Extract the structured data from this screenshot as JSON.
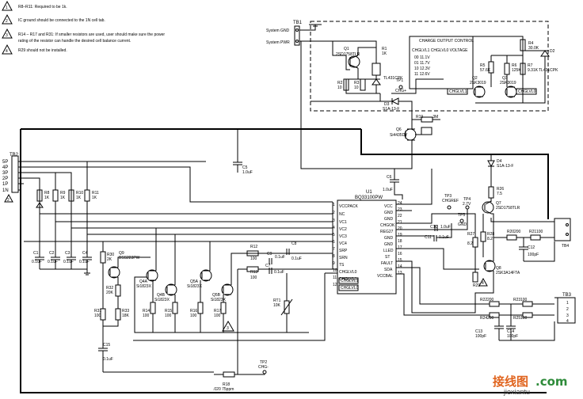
{
  "notes": [
    {
      "num": "1",
      "text": "R8–R11: Required to be 1k."
    },
    {
      "num": "2",
      "text": "IC ground should be connected to the 1N cell tab."
    },
    {
      "num": "3",
      "text": "R14 – R17 and R31: If smaller resistors are used, user should make sure the power"
    },
    {
      "num": "",
      "text": "rating of the resistor can handle the desired cell balance current."
    },
    {
      "num": "4",
      "text": "R29 should not be installed."
    }
  ],
  "connectors": {
    "tb1": "TB1",
    "tb1_pins": [
      "System GND",
      "System PWR"
    ],
    "tb2": "TB2",
    "tb2_pins": [
      "5P",
      "4P",
      "3P",
      "2P",
      "1P",
      "1N"
    ],
    "tb3": "TB3",
    "tb3_pins": [
      "1",
      "2",
      "3",
      "4"
    ],
    "tb4": "TB4"
  },
  "charge_box": {
    "title": "CHARGE OUTPUT CONTROL",
    "header": "CHGLVL1 CHGLVL0  VOLTAGE",
    "rows": [
      "00   11.1V",
      "01   11.7V",
      "10   12.3V",
      "11   12.6V"
    ],
    "chglvl0": "CHGLVL0",
    "chglvl1": "CHGLVL1"
  },
  "ic": {
    "ref": "U1",
    "part": "BQ33100PW",
    "left_pins": [
      "VCCPACK",
      "NC",
      "VC1",
      "VC2",
      "VC3",
      "VC4",
      "SRP",
      "SRN",
      "TS",
      "CHGLVL0",
      "CHGLVL1"
    ],
    "right_pins": [
      "VCC",
      "GND",
      "GND",
      "CHGOK",
      "REG27",
      "GND",
      "GND",
      "LLED",
      "ST",
      "FAULT",
      "SDA",
      "VCCBAL"
    ],
    "right_nums": [
      "24",
      "23",
      "22",
      "21",
      "20",
      "19",
      "18",
      "17",
      "16",
      "15",
      "14",
      "13"
    ],
    "left_nums": [
      "1",
      "2",
      "3",
      "4",
      "5",
      "6",
      "7",
      "8",
      "9",
      "10",
      "11",
      "12"
    ],
    "chg_labels": [
      "CHGLVL1",
      "CHGLVL0"
    ]
  },
  "parts": {
    "q1": "Q1",
    "q1v": "2SD1758TLR",
    "r1": "R1",
    "r1v": "1K",
    "r2": "R2",
    "r2v": "10",
    "r3": "R3",
    "r3v": "10",
    "tl1": "TL431CPK",
    "tp1": "TP1",
    "tp1v": "CHG+",
    "d3": "D3",
    "d3v": "S1A-13-F",
    "r4": "R4",
    "r4v": "30.0K",
    "d2": "D2",
    "d2v": "TL431CPK",
    "r5": "R5",
    "r5v": "57.6K",
    "r6": "R6",
    "r6v": "125K",
    "r7": "R7",
    "r7v": "9.31K",
    "q2": "Q2",
    "q2v": "2SK3019",
    "q3": "Q3",
    "q3v": "2SK3019",
    "r19": "R19",
    "r19v": ".3M",
    "q6": "Q6",
    "q6v": "Si4435DY",
    "c5": "C5",
    "c5v": "1.0uF",
    "c6": "C6",
    "c6v": "1.0uF",
    "d4": "D4",
    "d4v": "S1A-13-F",
    "r26": "R26",
    "r26v": "7.5",
    "q7": "Q7",
    "q7v": "2SD1758TLR",
    "tp3": "TP3",
    "tp3v": "CHGREF",
    "tp4": "TP4",
    "tp4v": "2.7V",
    "tp5": "TP5",
    "tp5v": "GND",
    "c10": "C10",
    "c10v": "1.0uF",
    "c11": "C11",
    "c11v": "0.1uF",
    "r27": "R27",
    "r27v": "8.2",
    "r28": "R28",
    "r28v": "8.2",
    "r20": "R20",
    "r20v": "200",
    "r21": "R21",
    "r21v": "100",
    "c12": "C12",
    "c12v": "100pF",
    "q8": "Q8",
    "q8v": "2SK3A14FTA",
    "r29": "R29",
    "r22": "R22",
    "r22v": "200",
    "r23": "R23",
    "r23v": "100",
    "r24": "R24",
    "r24v": "200",
    "r25": "R25",
    "r25v": "100",
    "c13": "C13",
    "c13v": "100pF",
    "c14": "C14",
    "c14v": "100pF",
    "r8": "R8",
    "r8v": "1K",
    "r9": "R9",
    "r9v": "1K",
    "r10": "R10",
    "r10v": "1K",
    "r11": "R11",
    "r11v": "1K",
    "c1": "C1",
    "c1v": "0.1uF",
    "c2": "C2",
    "c2v": "0.1uF",
    "c3": "C3",
    "c3v": "0.1uF",
    "c4": "C4",
    "c4v": "0.1uF",
    "r30": "R30",
    "r30v": "2K",
    "q9": "Q9",
    "q9v": "BSS223PW",
    "r32": "R32",
    "r32v": "20K",
    "r31": "R31",
    "r31v": "100",
    "r33": "R33",
    "r33v": "18K",
    "q4a": "Q4A",
    "q4av": "Si1823X",
    "q4b": "Q4B",
    "q4bv": "Si1823X",
    "q5a": "Q5A",
    "q5av": "Si1823X",
    "q5b": "Q5B",
    "q5bv": "Si1823X",
    "r14": "R14",
    "r14v": "100",
    "r15": "R15",
    "r15v": "100",
    "r16": "R16",
    "r16v": "100",
    "r17": "R17",
    "r17v": "100",
    "r12": "R12",
    "r12v": "100",
    "r13": "R13",
    "r13v": "100",
    "c8": "C8",
    "c8v": "0.1uF",
    "c9": "C9",
    "c9v": "0.1uF",
    "c7": "C7",
    "c7v": "0.1uF",
    "rt1": "RT1",
    "rt1v": "10K",
    "c15": "C15",
    "c15v": "0.1uF",
    "tp2": "TP2",
    "tp2v": "CHG-",
    "r18": "R18",
    "r18v": ".020 75ppm"
  },
  "watermark": {
    "cn": "接线图",
    "dot": ".com",
    "url": "jiexiantu"
  }
}
